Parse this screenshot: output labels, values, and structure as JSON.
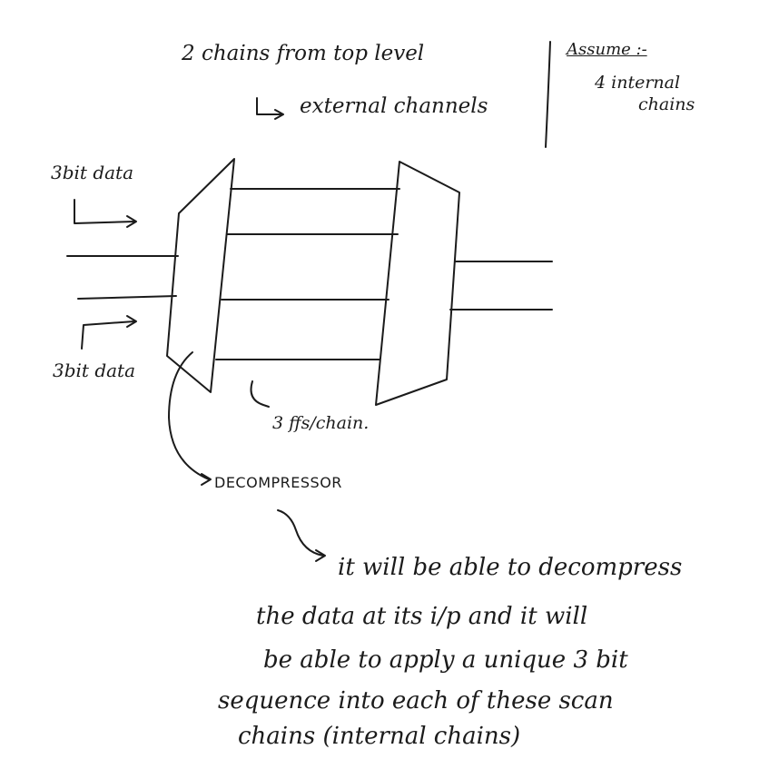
{
  "notes": {
    "top_line1": "2 chains from top level",
    "top_line2": "external channels",
    "assume_title": "Assume :-",
    "assume_line1": "4 internal",
    "assume_line2": "chains",
    "input_label_top": "3bit data",
    "input_label_bottom": "3bit data",
    "ffs_label": "3 ffs/chain.",
    "decompressor_label": "DECOMPRESSOR",
    "desc_line1": "it will be able to decompress",
    "desc_line2": "the data at its i/p and it will",
    "desc_line3": "be able to apply a unique 3 bit",
    "desc_line4": "sequence into each of these scan",
    "desc_line5": "chains (internal chains)"
  },
  "colors": {
    "ink": "#1b1b1b",
    "paper": "#ffffff"
  }
}
